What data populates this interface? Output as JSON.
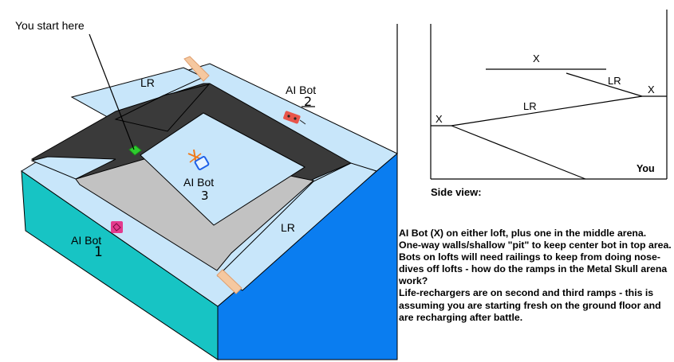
{
  "arena": {
    "start_label": "You start here",
    "bots": [
      {
        "label": "AI Bot",
        "number": "1"
      },
      {
        "label": "AI Bot",
        "number": "2"
      },
      {
        "label": "AI Bot",
        "number": "3"
      }
    ],
    "ramp_labels": [
      "LR",
      "LR"
    ],
    "colors": {
      "loft": "#c8e6fa",
      "ground_wall": "#17c4c4",
      "side_wall": "#0a7df0",
      "pit": "#3a3a3a",
      "floor": "#c2c2c2",
      "recharger": "#f5c8a0",
      "start_marker": "#2ecc2e",
      "bot_red": "#e8554b",
      "bot_pink": "#e33b8e",
      "bot_blue": "#1e5fe8",
      "bot_orange": "#f07a1a"
    }
  },
  "side_view": {
    "heading": "Side view:",
    "markers": [
      "X",
      "X",
      "X"
    ],
    "ramp_labels": [
      "LR",
      "LR"
    ],
    "you_label": "You"
  },
  "notes": [
    "AI Bot (X) on either loft, plus one in the middle arena.",
    "One-way walls/shallow \"pit\" to keep center bot in top area.",
    "Bots on lofts will need railings to keep from doing nose-dives off lofts - how do the ramps in the Metal Skull arena work?",
    "Life-rechargers are on second and third ramps - this is assuming you are starting fresh on the ground floor and are recharging after battle."
  ]
}
